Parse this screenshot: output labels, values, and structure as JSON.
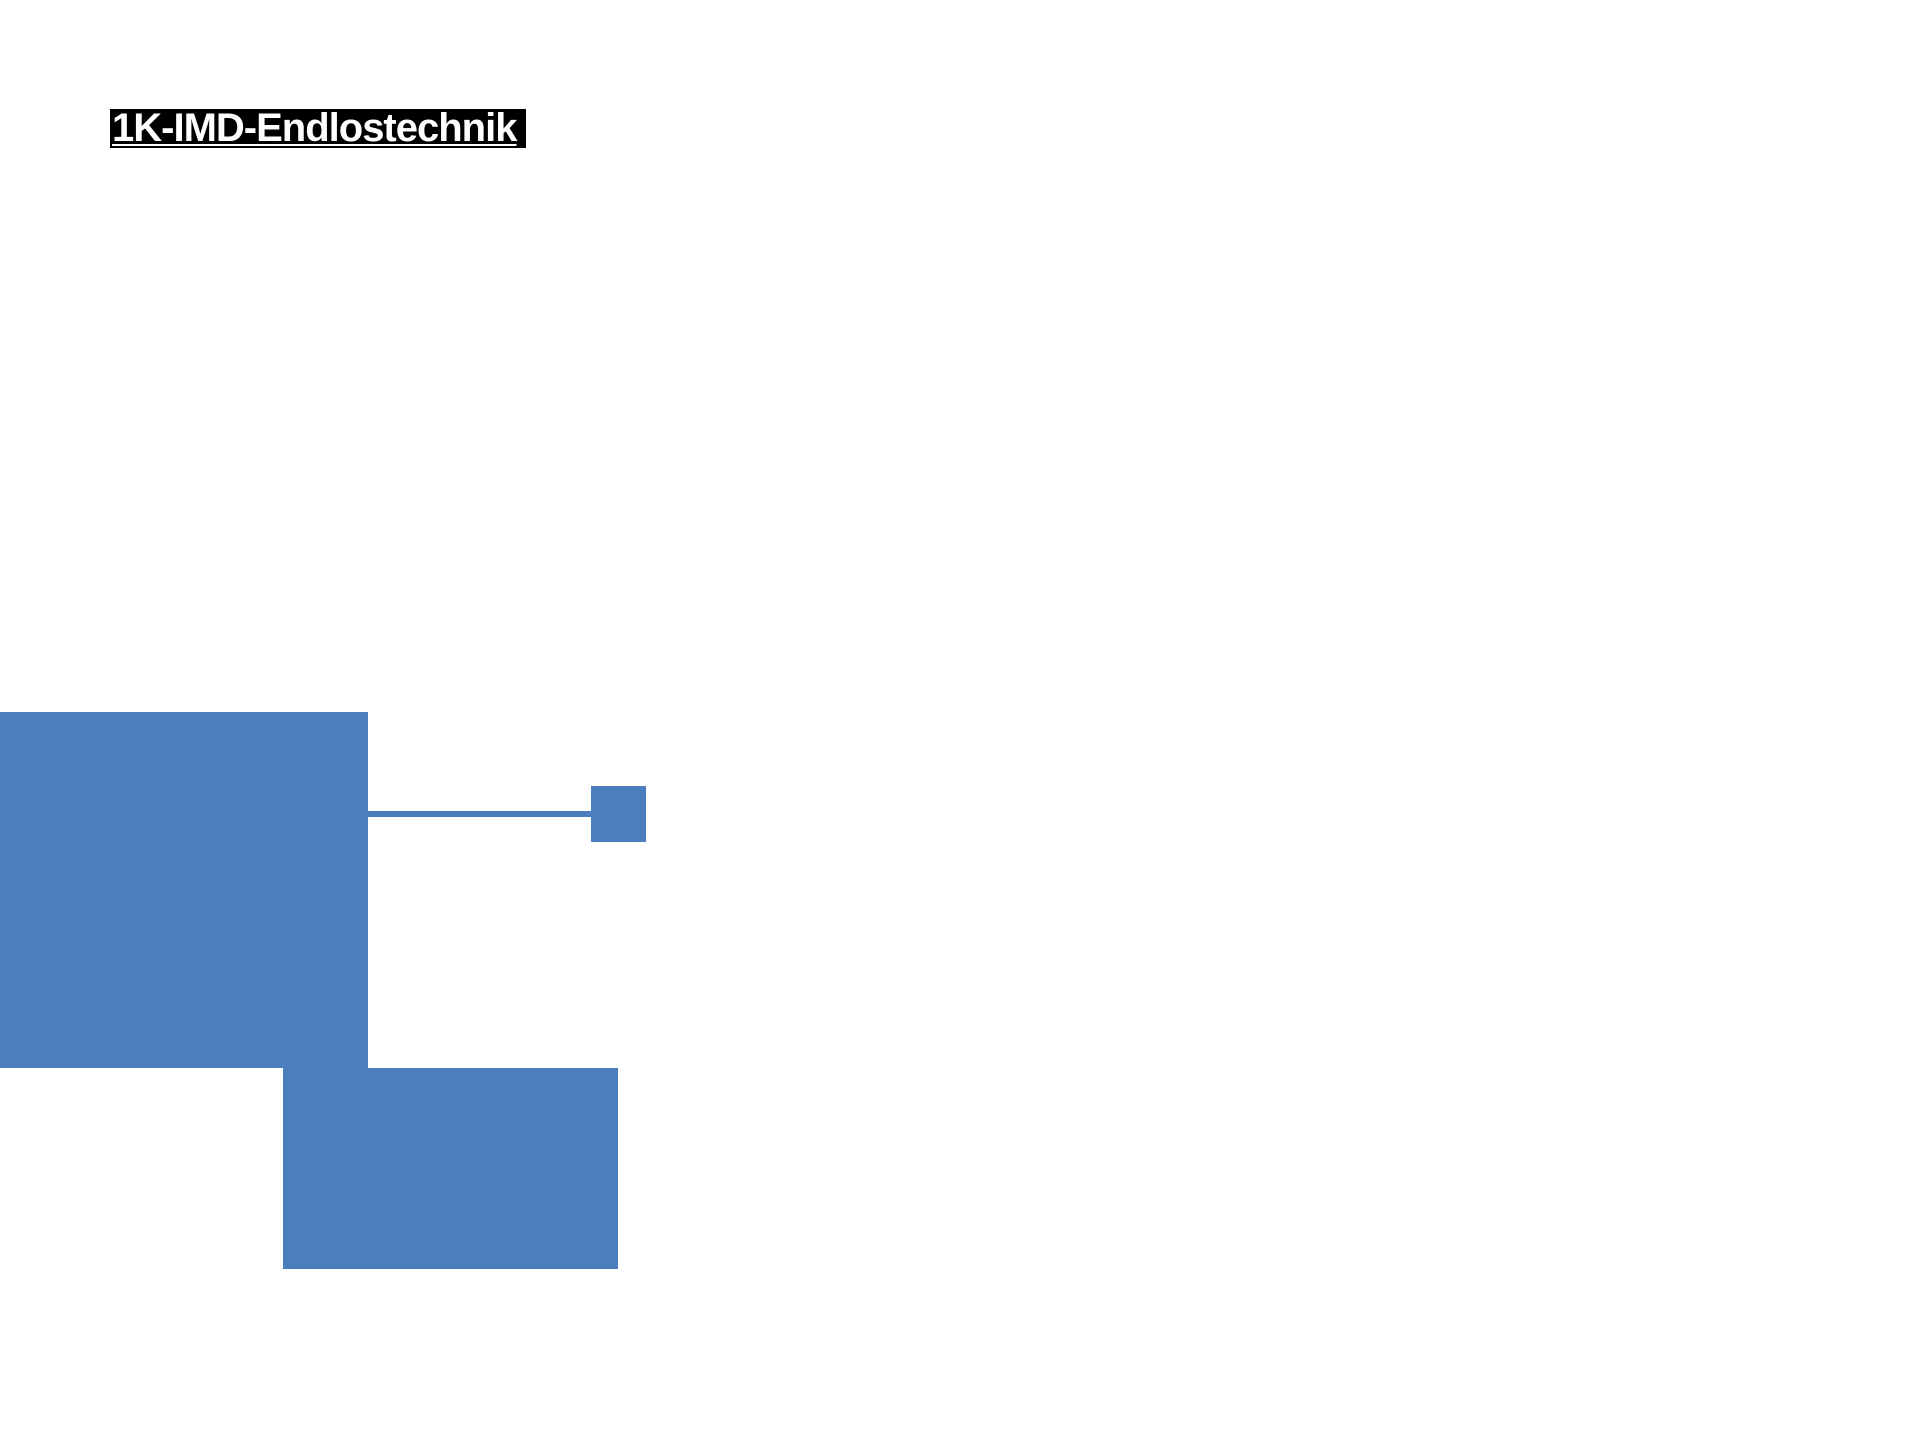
{
  "title": {
    "text": "1K-IMD-Endlostechnik"
  },
  "colors": {
    "page_bg": "#ffffff",
    "title_bar_bg": "#000000",
    "title_text": "#ffffff",
    "shape_fill": "#4a7ebd"
  },
  "shapes": [
    {
      "name": "large-rectangle",
      "type": "rectangle"
    },
    {
      "name": "lower-rectangle",
      "type": "rectangle"
    },
    {
      "name": "connector-line",
      "type": "line"
    },
    {
      "name": "small-square",
      "type": "rectangle"
    }
  ]
}
